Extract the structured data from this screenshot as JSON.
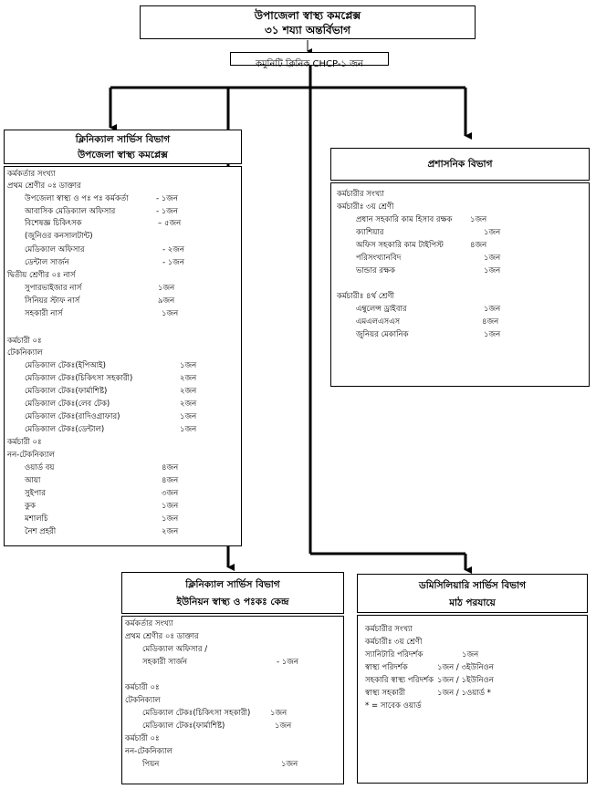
{
  "top": {
    "title": "উপাজেলা স্বাস্থ্য কমপ্লেক্স",
    "subtitle": "৩১ শয্যা অন্তর্বিভাগ"
  },
  "chcp": {
    "label": "কমুনিটি ক্লিনিক CHCP-১ জন"
  },
  "clinical_upazila": {
    "title1": "ক্লিনিক্যাল সার্ভিস বিভাগ",
    "title2": "উপজেলা স্বাস্থ্য কমপ্লেক্স",
    "lines": [
      [
        "কর্মকর্তার সংখ্যা",
        ""
      ],
      [
        "প্রথম শ্রেণীর ০ঃ ডাক্তার",
        ""
      ],
      [
        "উপজেলা স্বাস্থ্য ও পঃ পঃ কর্মকর্তা",
        "- ১জন"
      ],
      [
        "আবাসিক মেডিক্যাল অফিসার",
        "- ১জন"
      ],
      [
        "বিশেষজ্ঞ চিকিৎসক",
        "– ৫জন"
      ],
      [
        "(জুনিওর কনসালটান্ট)",
        ""
      ],
      [
        "মেডিক্যাল অফিসার",
        "- ২জন"
      ],
      [
        "ডেন্টাল সার্জন",
        "- ১জন"
      ],
      [
        "দ্বিতীয় শ্রেণীর ০ঃ নার্স",
        ""
      ],
      [
        "সুপারভাইজার নার্স",
        "১জন"
      ],
      [
        "সিনিয়র স্টাফ নার্স",
        "৯জন"
      ],
      [
        "সহকারী নার্স",
        "১জন"
      ],
      [
        "কর্মচারী ০ঃ",
        ""
      ],
      [
        "টেকনিক্যাল",
        ""
      ],
      [
        "মেডিক্যাল টেকঃ(ইপিআই)",
        "১জন"
      ],
      [
        "মেডিক্যাল টেকঃ(চিকিৎসা সহকারী)",
        "২জন"
      ],
      [
        "মেডিক্যাল টেকঃ(ফার্মাশিষ্ট)",
        "২জন"
      ],
      [
        "মেডিক্যাল টেকঃ(লেব টেক)",
        "২জন"
      ],
      [
        "মেডিক্যাল টেকঃ(রাদিওগ্রাফার)",
        "১জন"
      ],
      [
        "মেডিক্যাল টেকঃ(ডেন্টাল)",
        "১জন"
      ],
      [
        "কর্মচারী ০ঃ",
        ""
      ],
      [
        "নন-টেকনিক্যাল",
        ""
      ],
      [
        "ওয়ার্ড বয়",
        "৪জন"
      ],
      [
        "আয়া",
        "৪জন"
      ],
      [
        "সুইপার",
        "৩জন"
      ],
      [
        "কুক",
        "১জন"
      ],
      [
        "মশালচি",
        "১জন"
      ],
      [
        "নৈশ প্রহরী",
        "২জন"
      ]
    ]
  },
  "admin": {
    "title": "প্রশাসনিক বিভাগ",
    "lines": [
      [
        "কর্মচারীর সংখ্যা",
        ""
      ],
      [
        "কর্মচারীঃ ৩য় শ্রেণী",
        ""
      ],
      [
        "প্রধান সহকারি কাম হিসাব রক্ষক",
        "১জন"
      ],
      [
        "ক্যাশিয়ার",
        "১জন"
      ],
      [
        "অফিস সহকারি কাম টাইপিস্ট",
        "৪জন"
      ],
      [
        "পরিসংখ্যানবিদ",
        "১জন"
      ],
      [
        "ভান্ডার রক্ষক",
        "১জন"
      ],
      [
        "কর্মচারীঃ ৪র্থ শ্রেণী",
        ""
      ],
      [
        "এম্বুলেন্স ড্রাইবার",
        "১জন"
      ],
      [
        "এমএলএসএস",
        "৪জন"
      ],
      [
        "জুনিয়র মেকানিক",
        "১জন"
      ]
    ]
  },
  "clinical_union": {
    "title1": "ক্লিনিক্যাল সার্ভিস বিভাগ",
    "title2": "ইউনিয়ন স্বাস্থ্য ও পঃকঃ কেন্দ্র",
    "lines": [
      [
        "কর্মকর্তার সংখ্যা",
        ""
      ],
      [
        "প্রথম শ্রেণীর ০ঃ ডাক্তার",
        ""
      ],
      [
        "মেডিক্যাল অফিসার /",
        ""
      ],
      [
        "সহকারী সার্জন",
        "- ১জন"
      ],
      [
        "কর্মচারী ০ঃ",
        ""
      ],
      [
        "টেকনিক্যাল",
        ""
      ],
      [
        "মেডিক্যাল টেকঃ(চিকিৎসা সহকারী)",
        "১জন"
      ],
      [
        "মেডিক্যাল টেকঃ(ফার্মাশিষ্ট)",
        "১জন"
      ],
      [
        "কর্মচারী ০ঃ",
        ""
      ],
      [
        "নন-টেকনিক্যাল",
        ""
      ],
      [
        "পিয়ন",
        "১জন"
      ]
    ]
  },
  "domiciliary": {
    "title1": "ডমিসিলিয়ারি সার্ভিস বিভাগ",
    "title2": "মাঠ পরযায়ে",
    "lines": [
      [
        "কর্মচারীর সংখ্যা",
        ""
      ],
      [
        "কর্মচারীঃ ৩য় শ্রেণী",
        ""
      ],
      [
        "স্যানিটারি পরিদর্শক",
        "১জন"
      ],
      [
        "স্বাস্থ্য পরিদর্শক",
        "১জন / ৩ইউনিওন"
      ],
      [
        "সহকারি স্বাস্থ্য পরিদর্শক",
        "১জন / ১ইউনিওন"
      ],
      [
        "স্বাস্থ্য সহকারী",
        "১জন / ১ওয়ার্ড *"
      ],
      [
        "* = সাবেক ওয়ার্ড",
        ""
      ]
    ]
  }
}
